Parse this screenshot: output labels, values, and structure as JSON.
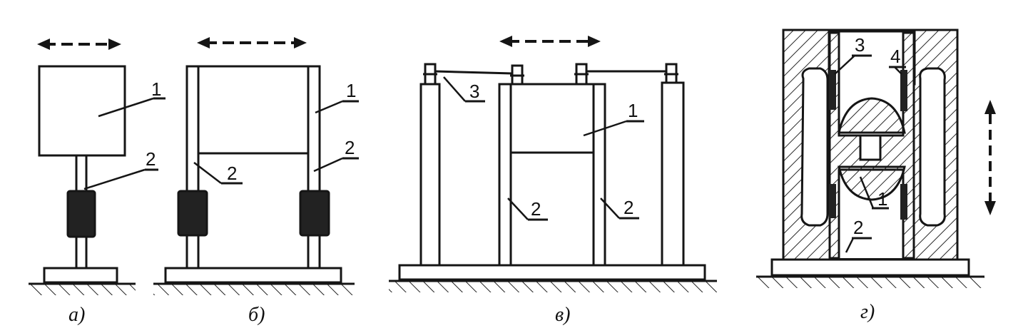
{
  "colors": {
    "ink": "#151515",
    "paper": "#ffffff",
    "hatch": "#2a2a2a"
  },
  "panels": [
    {
      "id": "a",
      "caption": "а)",
      "labels": [
        "1",
        "2"
      ]
    },
    {
      "id": "b",
      "caption": "б)",
      "labels": [
        "1",
        "2",
        "2"
      ]
    },
    {
      "id": "v",
      "caption": "в)",
      "labels": [
        "3",
        "1",
        "2",
        "2"
      ]
    },
    {
      "id": "g",
      "caption": "г)",
      "labels": [
        "3",
        "4",
        "1",
        "2"
      ]
    }
  ],
  "icons": {
    "horizontal_motion": "double-arrow-horizontal-dashed",
    "vertical_motion": "double-arrow-vertical-dashed"
  }
}
